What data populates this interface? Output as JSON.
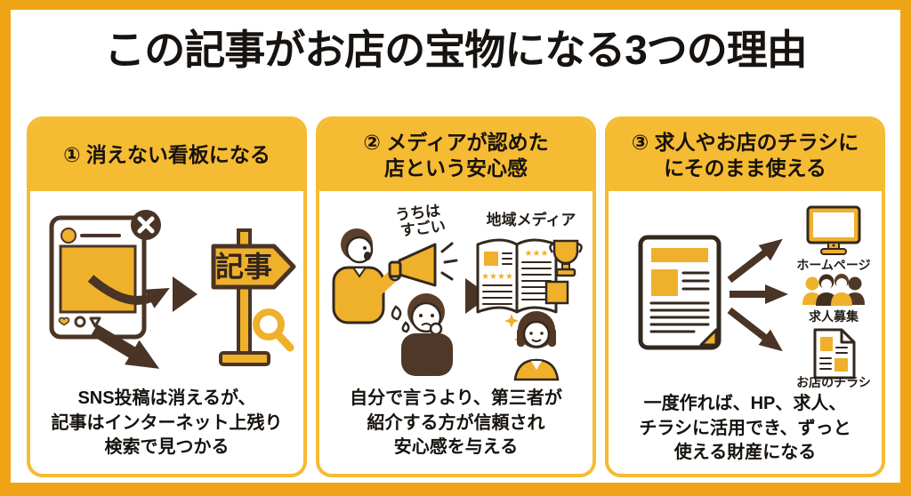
{
  "title": "この記事がお店の宝物になる3つの理由",
  "colors": {
    "outer_border": "#EFA317",
    "panel_yellow": "#F5BB33",
    "illustration_yellow": "#EFB02C",
    "dark_brown": "#4A3426",
    "text": "#16120E"
  },
  "panels": [
    {
      "heading": "① 消えない看板になる",
      "caption": "SNS投稿は消えるが、\n記事はインターネット上残り\n検索で見つかる",
      "illustration": {
        "sign_label": "記事"
      }
    },
    {
      "heading": "② メディアが認めた\n店という安心感",
      "caption": "自分で言うより、第三者が\n紹介する方が信頼され\n安心感を与える",
      "illustration": {
        "speech_line1": "うちは",
        "speech_line2": "すごい",
        "media_label": "地域メディア",
        "stars_left": "★★★★",
        "stars_right": "★★★"
      }
    },
    {
      "heading": "③ 求人やお店のチラシに\nにそのまま使える",
      "caption": "一度作れば、HP、求人、\nチラシに活用でき、ずっと\n使える財産になる",
      "illustration": {
        "targets": [
          "ホームページ",
          "求人募集",
          "お店のチラシ"
        ]
      }
    }
  ]
}
